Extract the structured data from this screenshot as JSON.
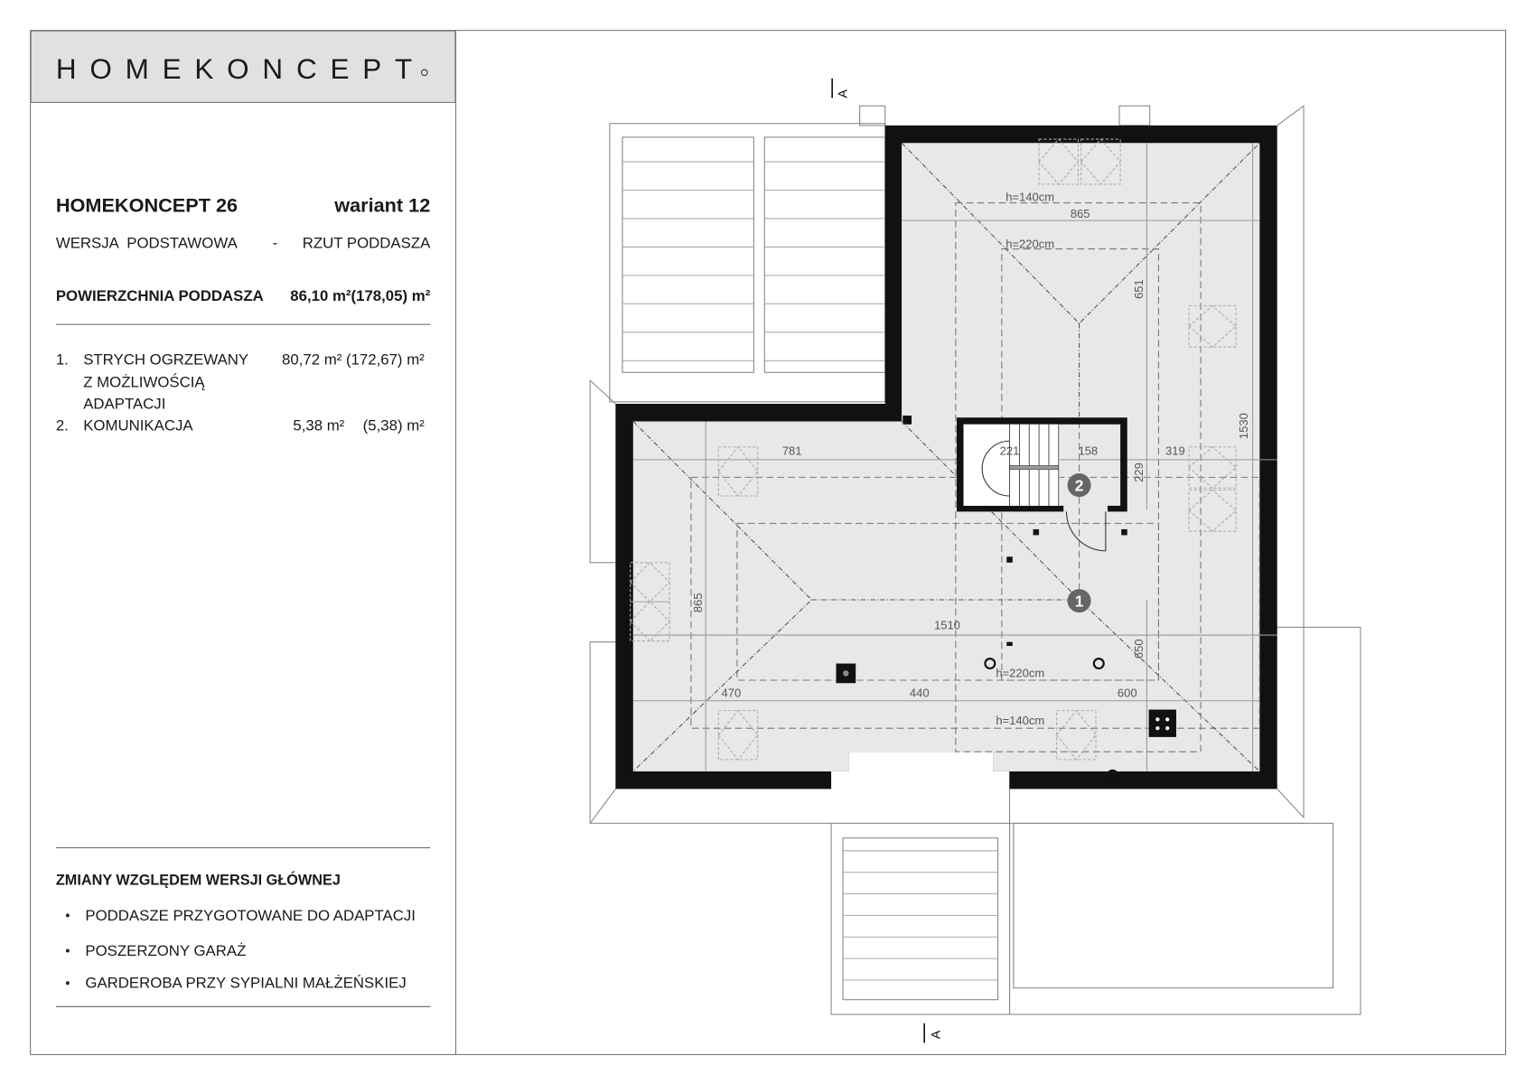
{
  "logo": "HOMEKONCEPT",
  "header": {
    "project": "HOMEKONCEPT 26",
    "variant": "wariant 12",
    "version": "WERSJA  PODSTAWOWA",
    "separator": "-",
    "view": "RZUT PODDASZA"
  },
  "area": {
    "label": "POWIERZCHNIA PODDASZA",
    "value": "86,10 m²(178,05) m²"
  },
  "rooms": [
    {
      "num": "1.",
      "lines": [
        "STRYCH OGRZEWANY",
        "Z MOŻLIWOŚCIĄ",
        "ADAPTACJI"
      ],
      "area": "80,72 m² (172,67) m²"
    },
    {
      "num": "2.",
      "lines": [
        "KOMUNIKACJA"
      ],
      "area": "5,38 m²",
      "area2": "(5,38) m²"
    }
  ],
  "changes": {
    "title": "ZMIANY WZGLĘDEM WERSJI GŁÓWNEJ",
    "items": [
      "PODDASZE PRZYGOTOWANE DO ADAPTACJI",
      "POSZERZONY GARAŻ",
      "GARDEROBA PRZY SYPIALNI MAŁŻEŃSKIEJ"
    ]
  },
  "plan": {
    "section_mark": "A",
    "room_markers": [
      "1",
      "2"
    ],
    "dims": {
      "d865top": "865",
      "h140top": "h=140cm",
      "h220top": "h=220cm",
      "d651": "651",
      "d1530": "1530",
      "d781": "781",
      "d221": "221",
      "d158": "158",
      "d319": "319",
      "d229": "229",
      "d865left": "865",
      "d1510": "1510",
      "d650": "650",
      "h220bot": "h=220cm",
      "d470": "470",
      "d440": "440",
      "d600": "600",
      "h140bot": "h=140cm"
    }
  }
}
